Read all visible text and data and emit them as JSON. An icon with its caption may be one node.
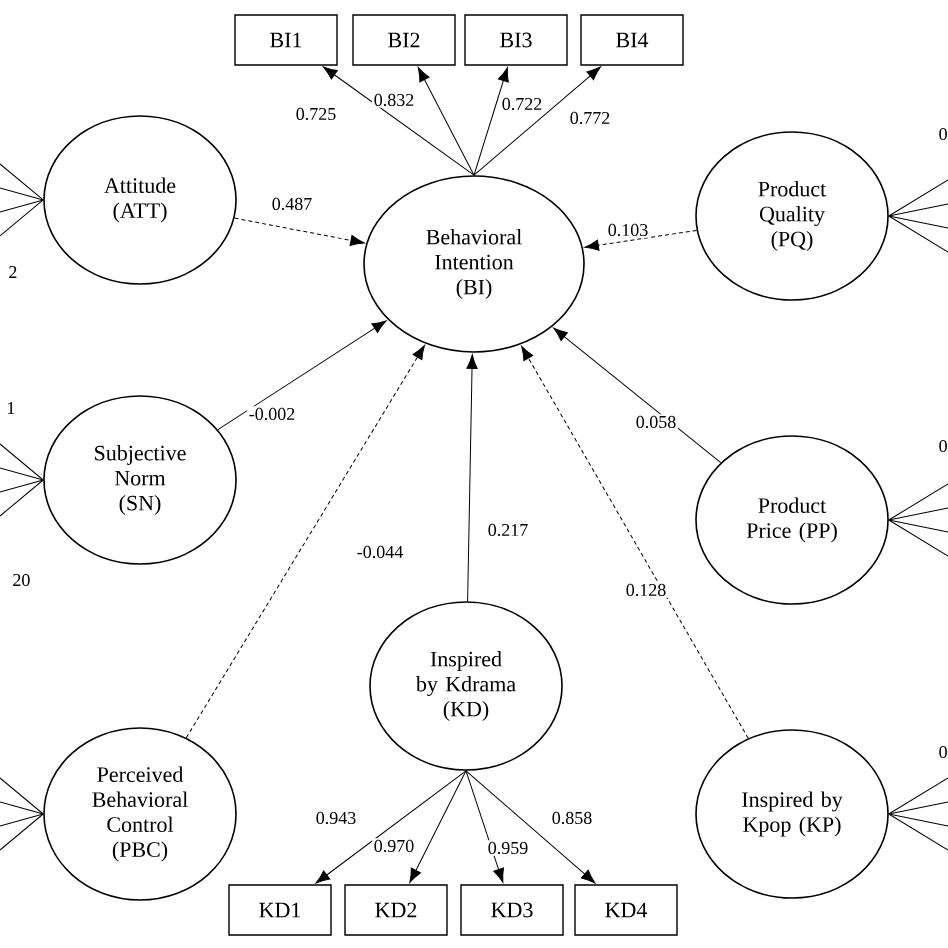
{
  "diagram": {
    "nodes": [
      {
        "text": [
          "BI1"
        ]
      },
      {
        "text": [
          "BI2"
        ]
      },
      {
        "text": [
          "BI3"
        ]
      },
      {
        "text": [
          "BI4"
        ]
      },
      {
        "text": [
          "Attitude (ATT)"
        ]
      },
      {
        "text": [
          "Behavioral Intention (BI)"
        ]
      },
      {
        "text": [
          "Product Quality (PQ)"
        ]
      },
      {
        "text": [
          "Subjective Norm (SN)"
        ]
      },
      {
        "text": [
          "Product Price (PP)"
        ]
      },
      {
        "text": [
          "Inspired by Kdrama (KD)"
        ]
      },
      {
        "text": [
          "Perceived Behavioral Control (PBC)"
        ]
      },
      {
        "text": [
          "Inspired by Kpop (KP)"
        ]
      },
      {
        "text": [
          "KD1"
        ]
      },
      {
        "text": [
          "KD2"
        ]
      },
      {
        "text": [
          "KD3"
        ]
      },
      {
        "text": [
          "KD4"
        ]
      }
    ],
    "edges": [
      {
        "from": 5,
        "to": 0,
        "arrow": "to",
        "label": "0.725"
      },
      {
        "from": 5,
        "to": 1,
        "arrow": "to",
        "label": "0.832"
      },
      {
        "from": 5,
        "to": 2,
        "arrow": "to",
        "label": "0.722"
      },
      {
        "from": 5,
        "to": 3,
        "arrow": "to",
        "label": "0.772"
      },
      {
        "from": 4,
        "to": 5,
        "arrow": "to",
        "label": "0.487",
        "style": "dashed"
      },
      {
        "from": 6,
        "to": 5,
        "arrow": "to",
        "label": "0.103",
        "style": "dashed"
      },
      {
        "from": 7,
        "to": 5,
        "arrow": "to",
        "label": "-0.002"
      },
      {
        "from": 8,
        "to": 5,
        "arrow": "to",
        "label": "0.058"
      },
      {
        "from": 10,
        "to": 5,
        "arrow": "to",
        "label": "-0.044",
        "style": "dashed"
      },
      {
        "from": 9,
        "to": 5,
        "arrow": "to",
        "label": "0.217"
      },
      {
        "from": 11,
        "to": 5,
        "arrow": "to",
        "label": "0.128",
        "style": "dashed"
      },
      {
        "from": 9,
        "to": 12,
        "arrow": "to",
        "label": "0.943"
      },
      {
        "from": 9,
        "to": 13,
        "arrow": "to",
        "label": "0.970"
      },
      {
        "from": 9,
        "to": 14,
        "arrow": "to",
        "label": "0.959"
      },
      {
        "from": 9,
        "to": 15,
        "arrow": "to",
        "label": "0.858"
      },
      {
        "from": 4,
        "to": null,
        "arrow": "none"
      },
      {
        "from": 4,
        "to": null,
        "arrow": "none"
      },
      {
        "from": 4,
        "to": null,
        "arrow": "none"
      },
      {
        "from": 4,
        "to": null,
        "arrow": "none"
      },
      {
        "from": 7,
        "to": null,
        "arrow": "none"
      },
      {
        "from": 7,
        "to": null,
        "arrow": "none"
      },
      {
        "from": 7,
        "to": null,
        "arrow": "none"
      },
      {
        "from": 7,
        "to": null,
        "arrow": "none"
      },
      {
        "from": 10,
        "to": null,
        "arrow": "none"
      },
      {
        "from": 10,
        "to": null,
        "arrow": "none"
      },
      {
        "from": 10,
        "to": null,
        "arrow": "none"
      },
      {
        "from": 10,
        "to": null,
        "arrow": "none"
      },
      {
        "from": 6,
        "to": null,
        "arrow": "none"
      },
      {
        "from": 6,
        "to": null,
        "arrow": "none"
      },
      {
        "from": 6,
        "to": null,
        "arrow": "none"
      },
      {
        "from": 6,
        "to": null,
        "arrow": "none"
      },
      {
        "from": 8,
        "to": null,
        "arrow": "none"
      },
      {
        "from": 8,
        "to": null,
        "arrow": "none"
      },
      {
        "from": 8,
        "to": null,
        "arrow": "none"
      },
      {
        "from": 8,
        "to": null,
        "arrow": "none"
      },
      {
        "from": 11,
        "to": null,
        "arrow": "none"
      },
      {
        "from": 11,
        "to": null,
        "arrow": "none"
      },
      {
        "from": 11,
        "to": null,
        "arrow": "none"
      },
      {
        "from": 11,
        "to": null,
        "arrow": "none"
      }
    ],
    "labels": [
      "0",
      "2",
      "1",
      "0",
      "20",
      "0"
    ]
  }
}
